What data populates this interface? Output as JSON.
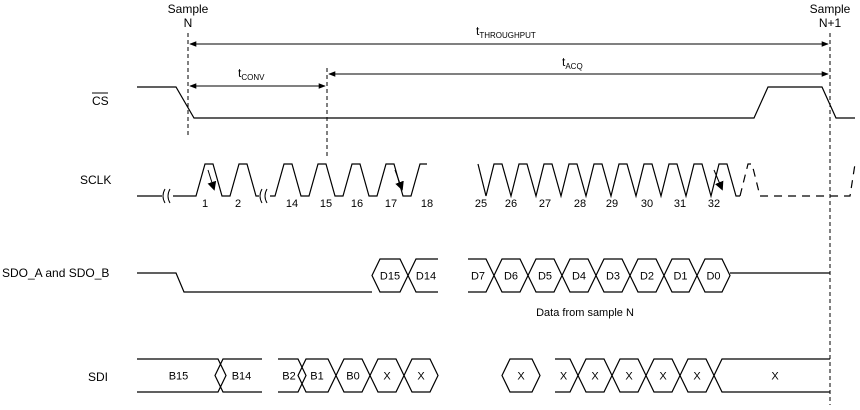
{
  "markers": {
    "sample_n": {
      "line1": "Sample",
      "line2": "N"
    },
    "sample_n1": {
      "line1": "Sample",
      "line2": "N+1"
    }
  },
  "timings": {
    "throughput": {
      "main": "t",
      "sub": "THROUGHPUT"
    },
    "conv": {
      "main": "t",
      "sub": "CONV"
    },
    "acq": {
      "main": "t",
      "sub": "ACQ"
    }
  },
  "signals": {
    "cs": "CS",
    "sclk": "SCLK",
    "sdo": "SDO_A and SDO_B",
    "sdi": "SDI"
  },
  "sclk_numbers": [
    "1",
    "2",
    "14",
    "15",
    "16",
    "17",
    "18",
    "25",
    "26",
    "27",
    "28",
    "29",
    "30",
    "31",
    "32"
  ],
  "sdo_labels": [
    "D15",
    "D14",
    "D7",
    "D6",
    "D5",
    "D4",
    "D3",
    "D2",
    "D1",
    "D0"
  ],
  "sdo_note": "Data from sample N",
  "sdi_labels": [
    "B15",
    "B14",
    "B2",
    "B1",
    "B0",
    "X",
    "X",
    "X",
    "X",
    "X",
    "X",
    "X",
    "X",
    "X"
  ]
}
